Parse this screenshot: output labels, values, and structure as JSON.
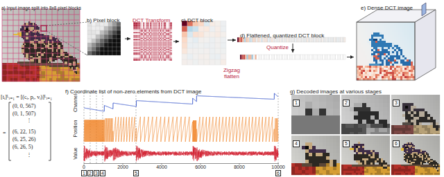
{
  "diagram": {
    "nodes": [
      {
        "text": [
          "a) Input image split into 8x8 pixel blocks"
        ]
      },
      {
        "text": [
          "b) Pixel block"
        ]
      },
      {
        "text": [
          "DCT Transform"
        ]
      },
      {
        "text": [
          "c) DCT block"
        ]
      },
      {
        "text": [
          "d) Flattened, quantized DCT block"
        ]
      },
      {
        "text": [
          "e) Dense DCT image"
        ]
      },
      {
        "text": [
          "f) Coordinate list of non-zero elements from DCT image"
        ]
      },
      {
        "text": [
          "g) Decoded images at various stages"
        ]
      },
      {
        "text": [
          "1"
        ],
        "in": 7
      },
      {
        "text": [
          "2"
        ],
        "in": 7
      },
      {
        "text": [
          "3"
        ],
        "in": 7
      },
      {
        "text": [
          "4"
        ],
        "in": 7
      },
      {
        "text": [
          "5"
        ],
        "in": 7
      },
      {
        "text": [
          "6"
        ],
        "in": 7
      }
    ],
    "edges": [
      {
        "from": 0,
        "to": 1,
        "arrow": "none"
      },
      {
        "from": 1,
        "to": 2,
        "arrow": "to"
      },
      {
        "from": 2,
        "to": 3,
        "arrow": "to"
      },
      {
        "from": 3,
        "to": 4,
        "arrow": "to",
        "label": "Zigzag flatten"
      },
      {
        "from": 4,
        "to": 5,
        "arrow": "to"
      }
    ],
    "labels": [
      "Quantize",
      "[tᵢ]ᴸᵢ₌₁ = [(cᵢ, pᵢ, vᵢ)]ᴸᵢ₌₁",
      "=",
      "(0, 0, 567)",
      "(0, 1, 507)",
      "⋮",
      "(6, 22, 15)",
      "(6, 25, 26)",
      "(6, 26, 5)",
      "⋮",
      "Channel",
      "Position",
      "Value",
      "0",
      "2000",
      "4000",
      "6000",
      "8000",
      "10000",
      "1",
      "2",
      "3",
      "4",
      "5",
      "6"
    ]
  }
}
